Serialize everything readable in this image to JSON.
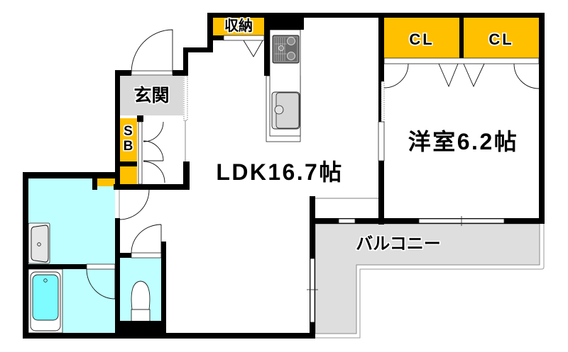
{
  "plan": {
    "colors": {
      "wall": "#000000",
      "floor": "#ffffff",
      "wet_area": "#bfffff",
      "bathtub_water": "#7ffcff",
      "storage": "#ffc000",
      "entrance_floor": "#d9d9d9",
      "balcony_floor": "#dedede",
      "fixture_gray": "#e2e2e2",
      "stove": "#6a6a6a"
    },
    "rooms": {
      "ldk": {
        "label": "LDK16.7帖"
      },
      "western_room": {
        "label": "洋室6.2帖"
      },
      "entrance": {
        "label": "玄関"
      },
      "shoe_box": {
        "label_top": "S",
        "label_bottom": "B"
      },
      "storage": {
        "label": "収納"
      },
      "closets": [
        {
          "label": "CL"
        },
        {
          "label": "CL"
        }
      ],
      "balcony": {
        "label": "バルコニー"
      }
    },
    "fixtures": [
      "stove-icon",
      "kitchen-sink-icon",
      "washbasin-icon",
      "bathtub-icon",
      "toilet-icon"
    ]
  }
}
